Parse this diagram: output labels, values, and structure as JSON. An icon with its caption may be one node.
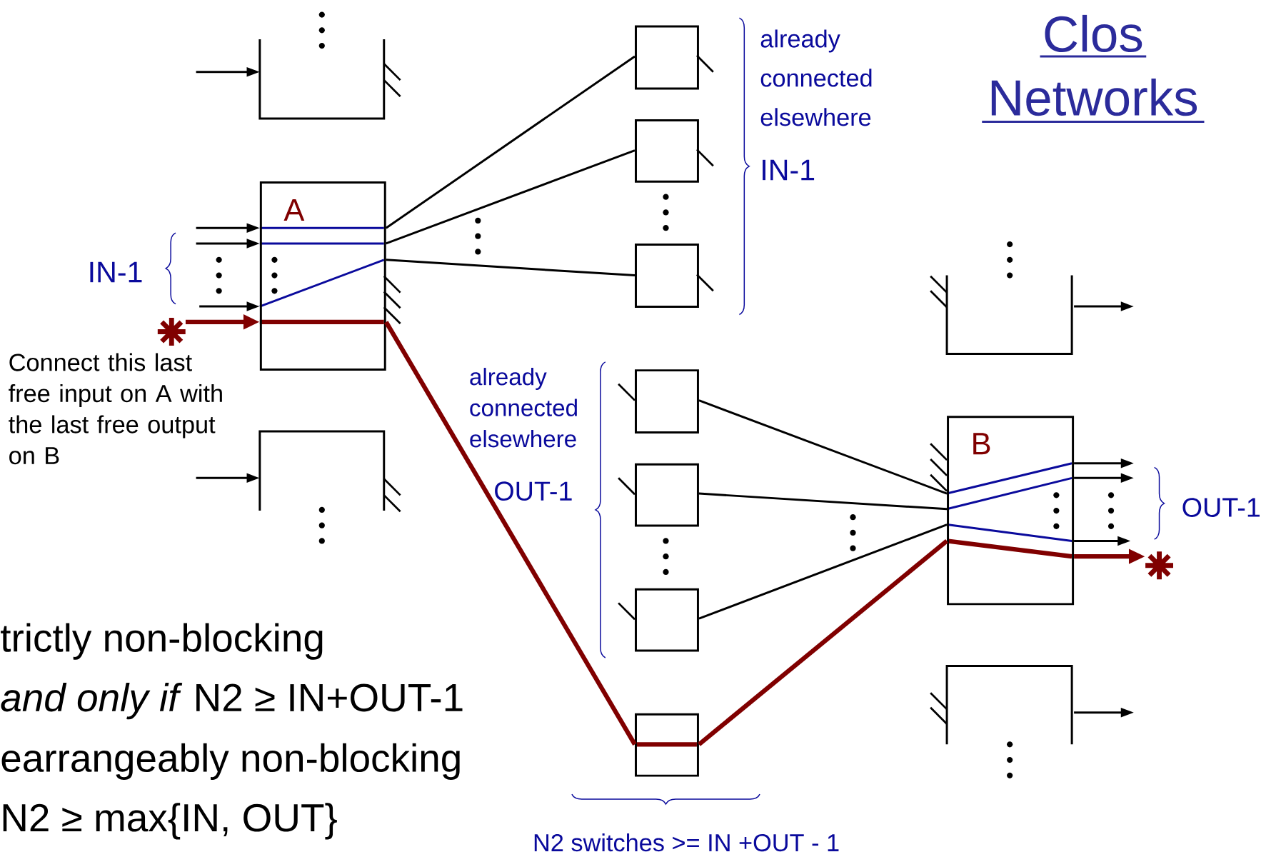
{
  "diagram": {
    "title": "Clos Networks",
    "nodes": [
      {
        "text": [],
        "shape": "box"
      },
      {
        "text": [
          "A"
        ]
      },
      {
        "text": [],
        "shape": "box"
      },
      {
        "text": [],
        "shape": "box"
      },
      {
        "text": [],
        "shape": "box"
      },
      {
        "text": [],
        "shape": "box"
      },
      {
        "text": [],
        "shape": "box"
      },
      {
        "text": [],
        "shape": "box"
      },
      {
        "text": [],
        "shape": "box"
      },
      {
        "text": [],
        "shape": "box"
      },
      {
        "text": [],
        "shape": "box"
      },
      {
        "text": [
          "B"
        ]
      },
      {
        "text": [],
        "shape": "box"
      },
      {
        "text": [],
        "shape": "asterisk"
      },
      {
        "text": [],
        "shape": "asterisk"
      }
    ],
    "edges": [
      {
        "from": null,
        "to": 0,
        "arrow": "to"
      },
      {
        "from": null,
        "to": 1,
        "arrow": "to"
      },
      {
        "from": null,
        "to": 1,
        "arrow": "to"
      },
      {
        "from": null,
        "to": 1,
        "arrow": "to"
      },
      {
        "from": 13,
        "to": 1,
        "arrow": "to",
        "style": "thick",
        "color": "#800000"
      },
      {
        "from": null,
        "to": 2,
        "arrow": "to"
      },
      {
        "from": 1,
        "to": 3,
        "arrow": "none"
      },
      {
        "from": 1,
        "to": 4,
        "arrow": "none"
      },
      {
        "from": 1,
        "to": 5,
        "arrow": "none"
      },
      {
        "from": 1,
        "to": 9,
        "arrow": "none",
        "style": "thick",
        "color": "#800000"
      },
      {
        "from": 6,
        "to": 11,
        "arrow": "none"
      },
      {
        "from": 7,
        "to": 11,
        "arrow": "none"
      },
      {
        "from": 8,
        "to": 11,
        "arrow": "none"
      },
      {
        "from": 9,
        "to": 11,
        "arrow": "none",
        "style": "thick",
        "color": "#800000"
      },
      {
        "from": 10,
        "to": null,
        "arrow": "to"
      },
      {
        "from": 11,
        "to": null,
        "arrow": "to"
      },
      {
        "from": 11,
        "to": null,
        "arrow": "to"
      },
      {
        "from": 11,
        "to": null,
        "arrow": "to"
      },
      {
        "from": 11,
        "to": 14,
        "arrow": "to",
        "style": "thick",
        "color": "#800000"
      },
      {
        "from": 12,
        "to": null,
        "arrow": "to"
      }
    ],
    "labels": [
      "already connected elsewhere",
      "IN-1",
      "IN-1",
      "Connect this last free input on A with the last free output on B",
      "already connected elsewhere",
      "OUT-1",
      "OUT-1",
      "trictly non-blocking",
      "*and only if* N2 ≥ IN+OUT-1",
      "earrangeably non-blocking",
      "N2 ≥ max{IN, OUT}",
      "N2 switches >= IN +OUT - 1"
    ]
  }
}
